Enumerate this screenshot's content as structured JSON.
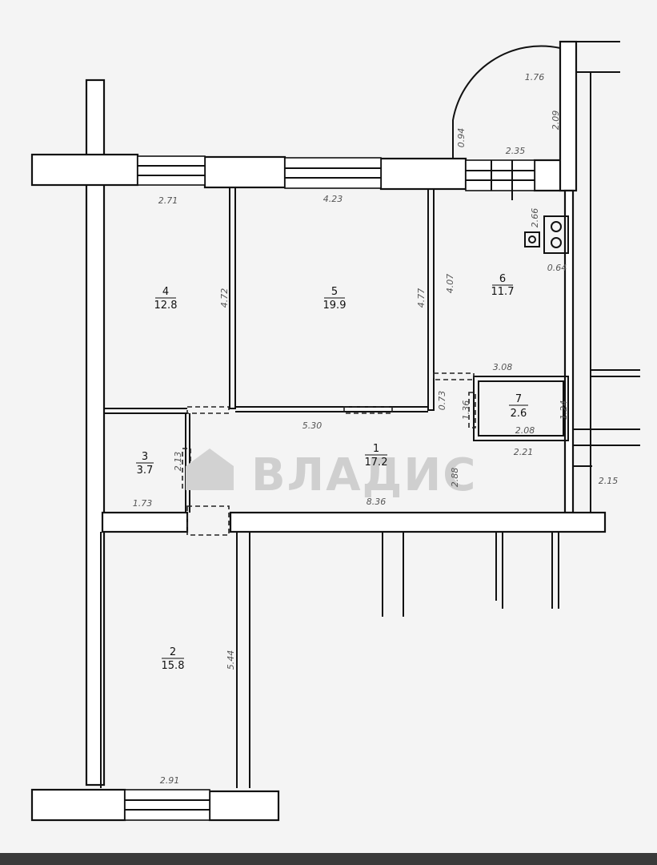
{
  "rooms": [
    {
      "id": "r4",
      "number": "4",
      "area": "12.8"
    },
    {
      "id": "r5",
      "number": "5",
      "area": "19.9"
    },
    {
      "id": "r6",
      "number": "6",
      "area": "11.7"
    },
    {
      "id": "r7",
      "number": "7",
      "area": "2.6"
    },
    {
      "id": "r3",
      "number": "3",
      "area": "3.7"
    },
    {
      "id": "r1",
      "number": "1",
      "area": "17.2"
    },
    {
      "id": "r2",
      "number": "2",
      "area": "15.8"
    }
  ],
  "dimensions": {
    "d271": "2.71",
    "d423": "4.23",
    "d235": "2.35",
    "d176": "1.76",
    "d209": "2.09",
    "d094": "0.94",
    "d266": "2.66",
    "d064": "0.64",
    "d472": "4.72",
    "d477": "4.77",
    "d407": "4.07",
    "d308": "3.08",
    "d073": "0.73",
    "d136": "1.36",
    "d124": "1.24",
    "d208": "2.08",
    "d221": "2.21",
    "d530": "5.30",
    "d213": "2.13",
    "d288": "2.88",
    "d173": "1.73",
    "d836": "8.36",
    "d215": "2.15",
    "d544": "5.44",
    "d291": "2.91"
  },
  "watermark": "ВЛАДИС"
}
